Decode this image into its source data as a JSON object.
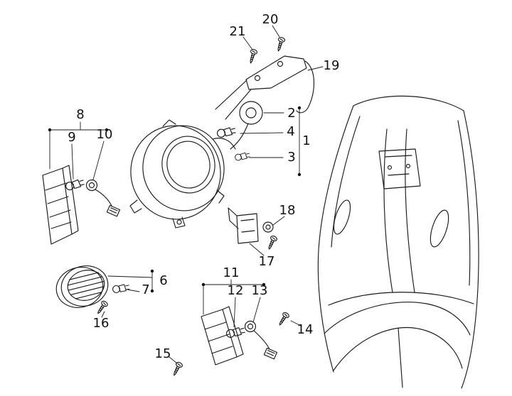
{
  "colors": {
    "background": "#ffffff",
    "line": "#1b1b1b",
    "label": "#111111"
  },
  "diagram": {
    "callouts": [
      {
        "label": "1"
      },
      {
        "label": "2"
      },
      {
        "label": "3"
      },
      {
        "label": "4"
      },
      {
        "label": "6"
      },
      {
        "label": "7"
      },
      {
        "label": "8"
      },
      {
        "label": "9"
      },
      {
        "label": "10"
      },
      {
        "label": "11"
      },
      {
        "label": "12"
      },
      {
        "label": "13"
      },
      {
        "label": "14"
      },
      {
        "label": "15"
      },
      {
        "label": "16"
      },
      {
        "label": "17"
      },
      {
        "label": "18"
      },
      {
        "label": "19"
      },
      {
        "label": "20"
      },
      {
        "label": "21"
      }
    ]
  }
}
